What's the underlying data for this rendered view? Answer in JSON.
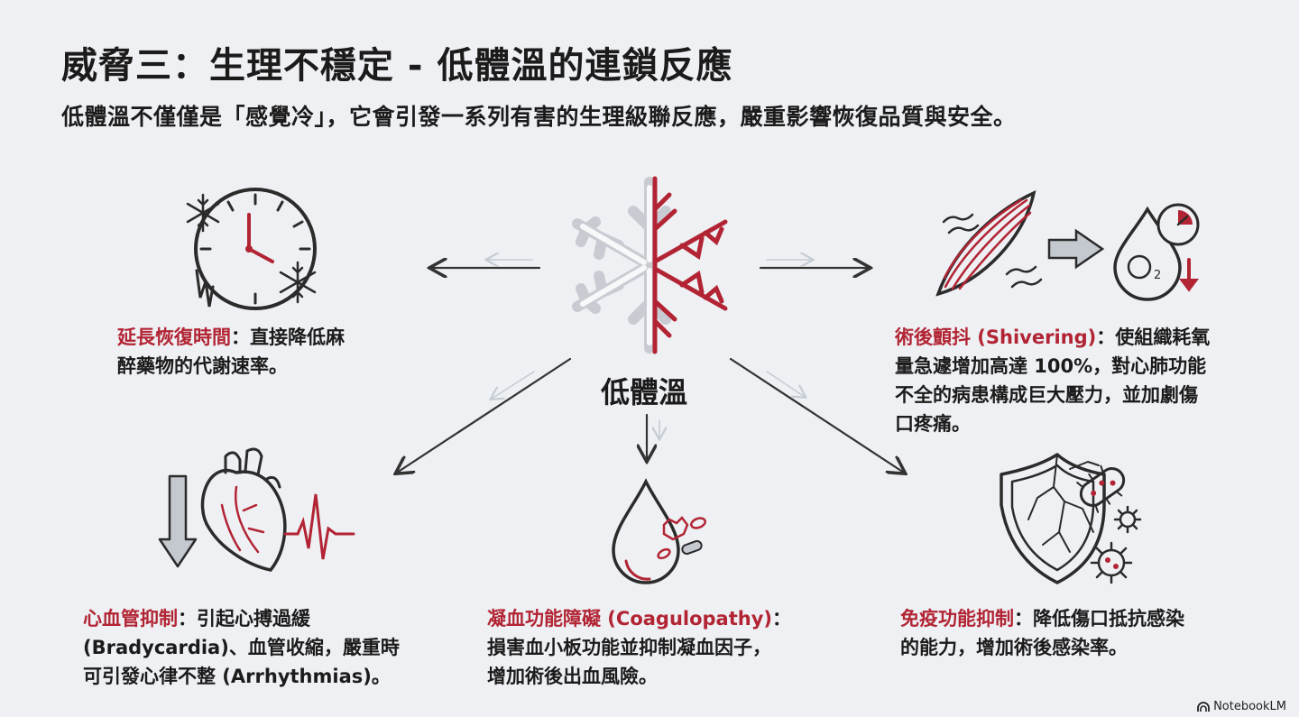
{
  "title": "威脅三：生理不穩定 - 低體溫的連鎖反應",
  "subtitle": "低體溫不僅僅是「感覺冷」，它會引發一系列有害的生理級聯反應，嚴重影響恢復品質與安全。",
  "center": {
    "label": "低體溫"
  },
  "items": {
    "recovery": {
      "highlight": "延長恢復時間",
      "lines": [
        "：直接降低麻",
        "醉藥物的代謝速率。"
      ]
    },
    "shivering": {
      "highlight": "術後顫抖 (Shivering)",
      "lines": [
        "：使組織耗氧",
        "量急遽增加高達 100%，對心肺功能",
        "不全的病患構成巨大壓力，並加劇傷",
        "口疼痛。"
      ]
    },
    "cardio": {
      "highlight": "心血管抑制",
      "lines": [
        "：引起心搏過緩",
        "(Bradycardia)、血管收縮，嚴重時",
        "可引發心律不整 (Arrhythmias)。"
      ]
    },
    "coag": {
      "highlight": "凝血功能障礙 (Coagulopathy)",
      "lines": [
        "：",
        "損害血小板功能並抑制凝血因子，",
        "增加術後出血風險。"
      ]
    },
    "immune": {
      "highlight": "免疫功能抑制",
      "lines": [
        "：降低傷口抵抗感染",
        "的能力，增加術後感染率。"
      ]
    }
  },
  "icons": {
    "clock": "clock-snowflake-icon",
    "snowflake": "snowflake-icon",
    "muscle": "muscle-shivering-icon",
    "oxygen": "oxygen-drop-icon",
    "heart": "heart-icon",
    "blood": "blood-drop-icon",
    "shield": "cracked-shield-icon",
    "germs": "germs-icon"
  },
  "colors": {
    "accent": "#b22434",
    "text": "#1b1b1b",
    "background": "#eef0f3"
  },
  "watermark": "NotebookLM"
}
